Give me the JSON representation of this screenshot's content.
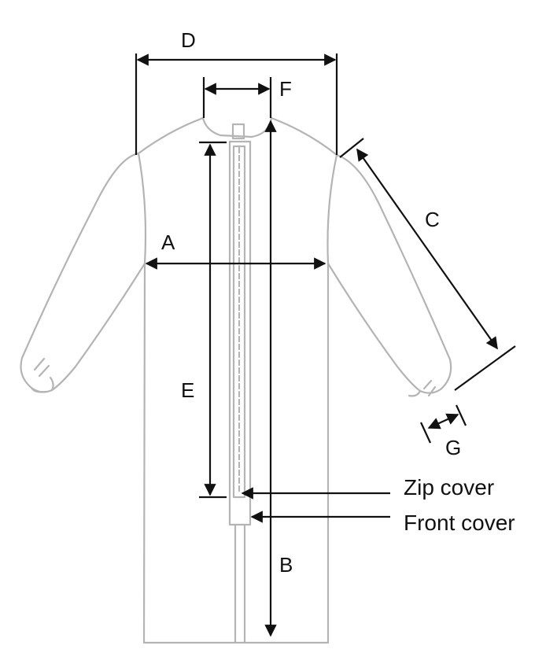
{
  "labels": {
    "a": "A",
    "b": "B",
    "c": "C",
    "d": "D",
    "e": "E",
    "f": "F",
    "g": "G"
  },
  "callouts": {
    "zip_cover": "Zip cover",
    "front_cover": "Front cover"
  },
  "colors": {
    "garment_outline": "#b4b4b4",
    "dimension_lines": "#111111",
    "background": "#ffffff"
  }
}
